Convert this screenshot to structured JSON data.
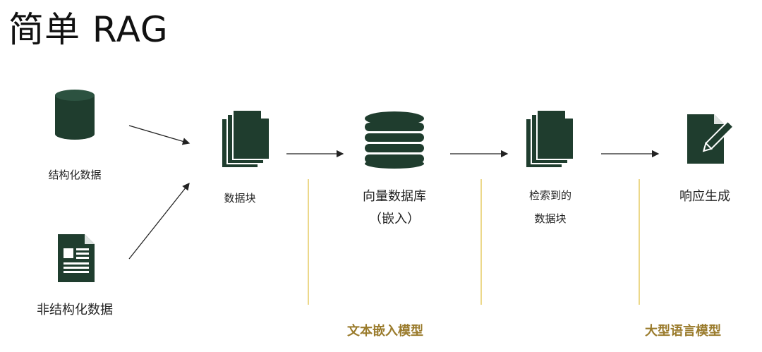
{
  "title": "简单 RAG",
  "nodes": {
    "structured_data": "结构化数据",
    "unstructured_data": "非结构化数据",
    "chunks": "数据块",
    "vector_db_line1": "向量数据库",
    "vector_db_line2": "（嵌入）",
    "retrieved_line1": "检索到的",
    "retrieved_line2": "数据块",
    "response": "响应生成"
  },
  "models": {
    "embedding_model": "文本嵌入模型",
    "llm": "大型语言模型"
  },
  "colors": {
    "icon": "#1f3d2e",
    "model_text": "#9a7b2c",
    "divider": "#ecd88a"
  }
}
